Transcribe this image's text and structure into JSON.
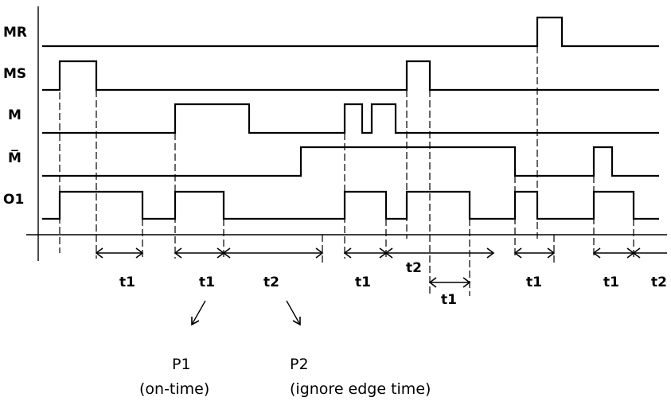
{
  "signals": [
    {
      "label": "MR"
    },
    {
      "label": "MS"
    },
    {
      "label": "M"
    },
    {
      "label": "M̅"
    },
    {
      "label": "O1"
    }
  ],
  "intervals": [
    {
      "label": "t1"
    },
    {
      "label": "t1"
    },
    {
      "label": "t2"
    },
    {
      "label": "t1"
    },
    {
      "label": "t2"
    },
    {
      "label": "t1"
    },
    {
      "label": "t1"
    },
    {
      "label": "t1"
    },
    {
      "label": "t2"
    }
  ],
  "notes": {
    "p1_title": "P1",
    "p1_desc": "(on-time)",
    "p2_title": "P2",
    "p2_desc": "(ignore edge time)"
  }
}
